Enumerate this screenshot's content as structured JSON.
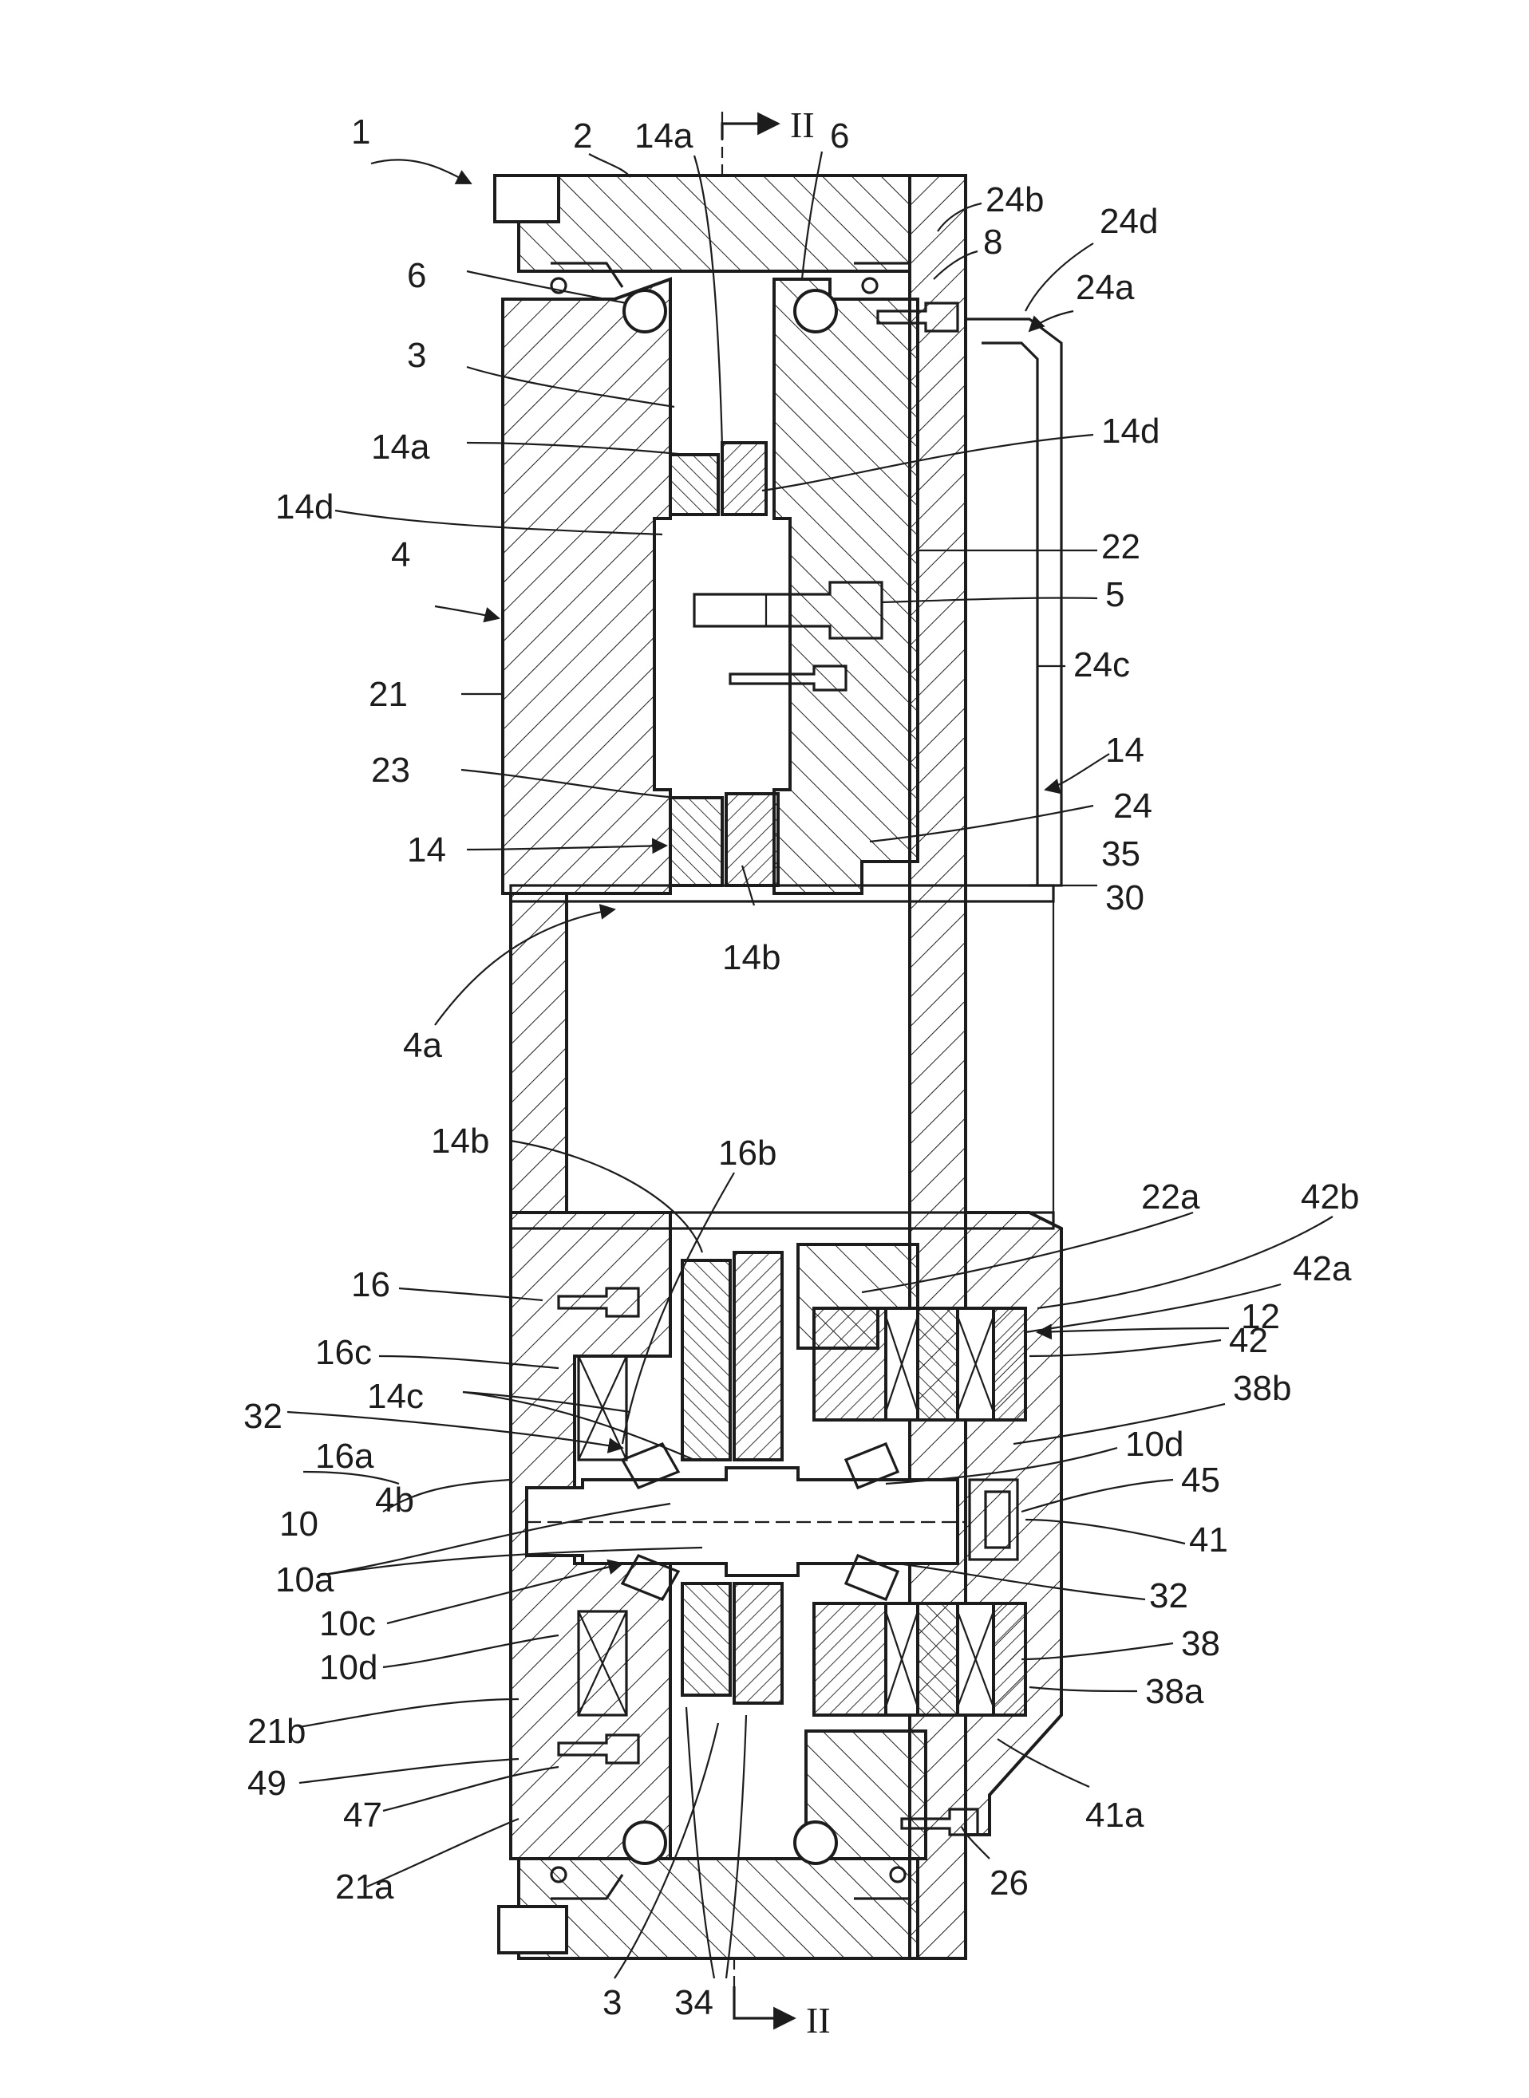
{
  "figure": {
    "labels": {
      "l1": "1",
      "l2": "2",
      "l14a_top": "14a",
      "l6_top": "6",
      "l24b": "24b",
      "l24d": "24d",
      "l8": "8",
      "l24a": "24a",
      "l6_left": "6",
      "l3_top": "3",
      "l14a_left": "14a",
      "l14d_right": "14d",
      "l14d_left": "14d",
      "l22": "22",
      "l4": "4",
      "l5": "5",
      "l21": "21",
      "l24c": "24c",
      "l23": "23",
      "l14_right": "14",
      "l24": "24",
      "l14_left": "14",
      "l35": "35",
      "l30": "30",
      "l14b_mid": "14b",
      "l4a": "4a",
      "l14b_low": "14b",
      "l16b": "16b",
      "l22a": "22a",
      "l42b": "42b",
      "l16": "16",
      "l42a": "42a",
      "l12": "12",
      "l16c": "16c",
      "l42": "42",
      "l14c": "14c",
      "l38b": "38b",
      "l32_left": "32",
      "l16a": "16a",
      "l10d_right": "10d",
      "l4b": "4b",
      "l45": "45",
      "l10": "10",
      "l41": "41",
      "l10a": "10a",
      "l32_right": "32",
      "l10c": "10c",
      "l38": "38",
      "l10d_left": "10d",
      "l38a": "38a",
      "l21b": "21b",
      "l49": "49",
      "l41a": "41a",
      "l47": "47",
      "l21a": "21a",
      "l26": "26",
      "l3_bottom": "3",
      "l34": "34"
    },
    "section_marker_top": "II",
    "section_marker_bottom": "II"
  }
}
